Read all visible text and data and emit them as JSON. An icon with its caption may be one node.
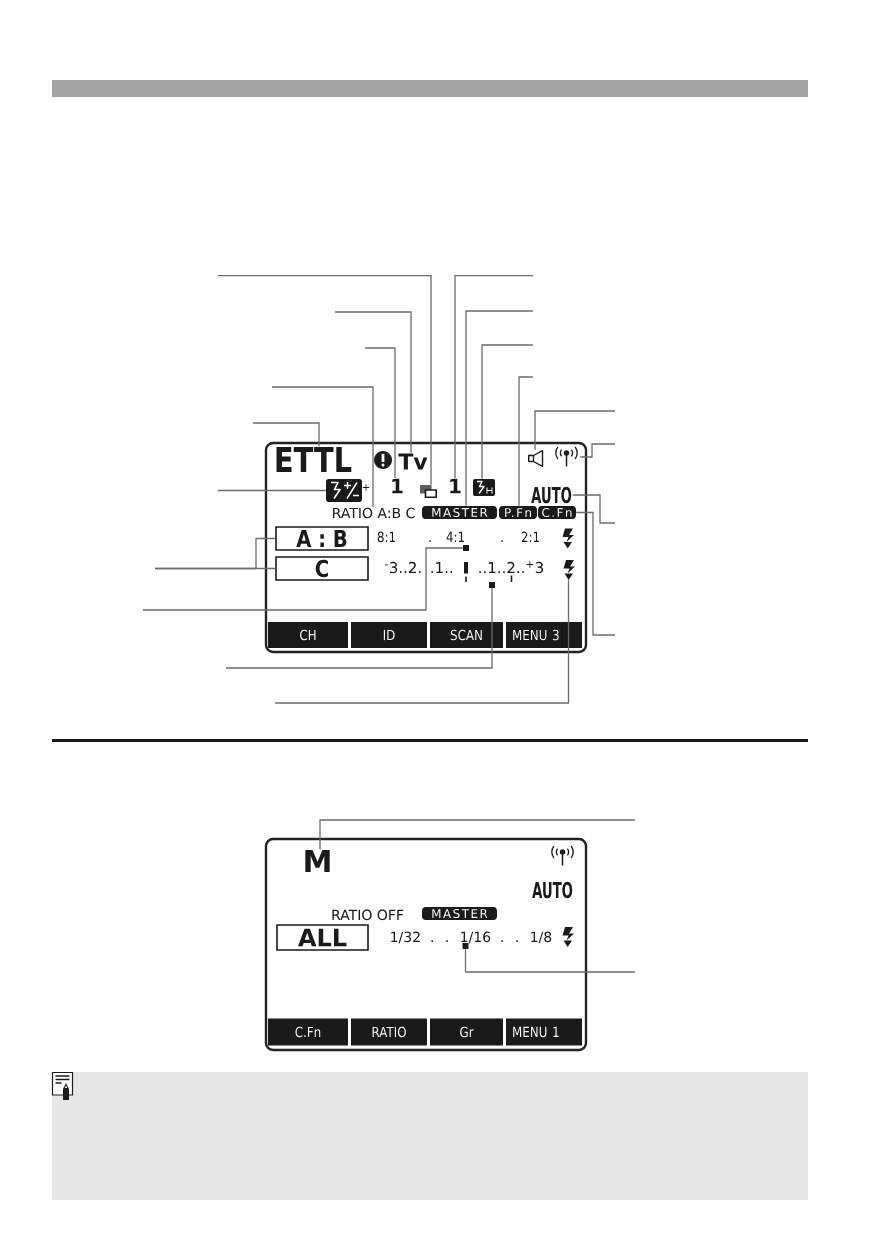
{
  "diagram": {
    "nodes": [
      {
        "text": [],
        "shape": "bar"
      },
      {
        "text": [],
        "shape": "box"
      },
      {
        "text": [
          "ETTL"
        ],
        "in": 1
      },
      {
        "text": [
          "Tv"
        ],
        "in": 1
      },
      {
        "text": [],
        "shape": "picture",
        "in": 1
      },
      {
        "text": [
          "1"
        ],
        "in": 1
      },
      {
        "text": [],
        "shape": "picture",
        "in": 1
      },
      {
        "text": [
          "1"
        ],
        "in": 1
      },
      {
        "text": [],
        "shape": "picture",
        "in": 1
      },
      {
        "text": [],
        "shape": "picture",
        "in": 1
      },
      {
        "text": [],
        "shape": "picture",
        "in": 1
      },
      {
        "text": [
          "AUTO"
        ],
        "in": 1
      },
      {
        "text": [
          "RATIO A:B C"
        ],
        "in": 1
      },
      {
        "text": [
          "MASTER"
        ],
        "in": 1
      },
      {
        "text": [
          "P.Fn"
        ],
        "in": 1
      },
      {
        "text": [
          "C.Fn"
        ],
        "in": 1
      },
      {
        "text": [
          "A : B"
        ],
        "in": 1
      },
      {
        "text": [],
        "shape": "square",
        "in": 1
      },
      {
        "text": [
          "C"
        ],
        "in": 1
      },
      {
        "text": [],
        "shape": "square",
        "in": 1
      },
      {
        "text": [],
        "shape": "picture",
        "in": 1
      },
      {
        "text": [
          "CH"
        ],
        "in": 1
      },
      {
        "text": [
          "ID"
        ],
        "in": 1
      },
      {
        "text": [
          "SCAN"
        ],
        "in": 1
      },
      {
        "text": [
          "MENU 3"
        ],
        "in": 1
      },
      {
        "text": [],
        "shape": "box"
      },
      {
        "text": [
          "M"
        ],
        "in": 25
      },
      {
        "text": [
          "MASTER"
        ],
        "in": 25
      },
      {
        "text": [
          "ALL"
        ],
        "in": 25
      },
      {
        "text": [],
        "shape": "square",
        "in": 25
      },
      {
        "text": [
          "C.Fn"
        ],
        "in": 25
      },
      {
        "text": [
          "RATIO"
        ],
        "in": 25
      },
      {
        "text": [
          "Gr"
        ],
        "in": 25
      },
      {
        "text": [
          "MENU 1"
        ],
        "in": 25
      }
    ],
    "edges": [
      {
        "from": null,
        "to": 6,
        "arrow": "none"
      },
      {
        "from": null,
        "to": 3,
        "arrow": "none"
      },
      {
        "from": null,
        "to": 5,
        "arrow": "none"
      },
      {
        "from": null,
        "to": 12,
        "arrow": "none"
      },
      {
        "from": null,
        "to": 2,
        "arrow": "none"
      },
      {
        "from": null,
        "to": 4,
        "arrow": "none"
      },
      {
        "from": null,
        "to": 16,
        "arrow": "none"
      },
      {
        "from": null,
        "to": 18,
        "arrow": "none"
      },
      {
        "from": null,
        "to": 17,
        "arrow": "none"
      },
      {
        "from": null,
        "to": 19,
        "arrow": "none"
      },
      {
        "from": null,
        "to": 20,
        "arrow": "none"
      },
      {
        "from": null,
        "to": 7,
        "arrow": "none"
      },
      {
        "from": null,
        "to": 13,
        "arrow": "none"
      },
      {
        "from": null,
        "to": 8,
        "arrow": "none"
      },
      {
        "from": null,
        "to": 14,
        "arrow": "none"
      },
      {
        "from": null,
        "to": 9,
        "arrow": "none"
      },
      {
        "from": null,
        "to": 10,
        "arrow": "none"
      },
      {
        "from": null,
        "to": 11,
        "arrow": "none"
      },
      {
        "from": null,
        "to": 15,
        "arrow": "none"
      },
      {
        "from": null,
        "to": 26,
        "arrow": "none"
      },
      {
        "from": null,
        "to": 29,
        "arrow": "none"
      }
    ],
    "labels": [
      "+",
      "8:1",
      ".",
      "4:1",
      ".",
      "2:1",
      "$^{-}$3..2.",
      ".1..",
      "..1..2..$^{+}$3",
      "AUTO",
      "RATIO OFF",
      "1/32 . . 1/16 . . 1/8"
    ]
  }
}
